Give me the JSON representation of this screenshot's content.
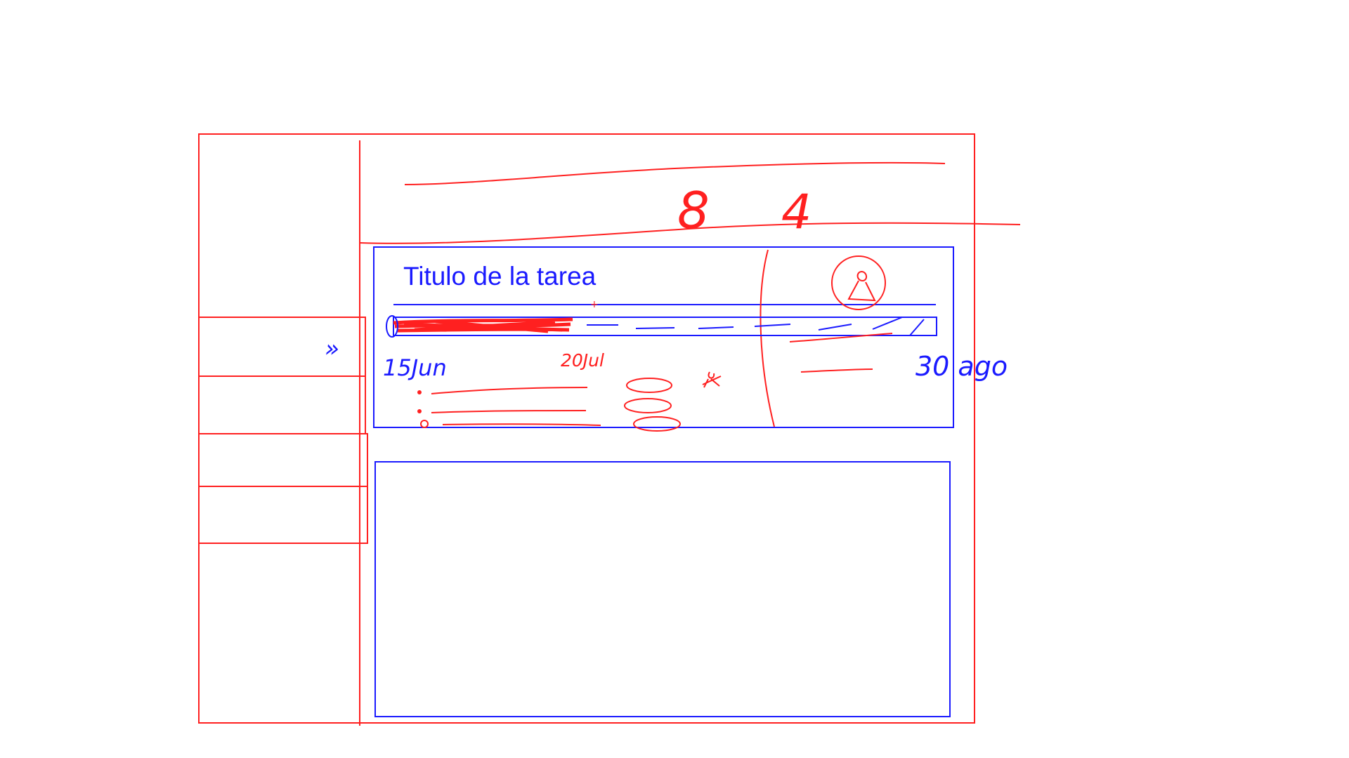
{
  "header": {
    "numbers": [
      "8",
      "4"
    ]
  },
  "task_card": {
    "title": "Titulo de la tarea",
    "timeline": {
      "start_label": "15Jun",
      "mid_label": "20Jul",
      "end_label": "30 ago",
      "progress_fraction": 0.3
    }
  },
  "sidebar": {
    "expand_glyph": "»"
  },
  "colors": {
    "frame_red": "#ff2020",
    "component_blue": "#1a1aff"
  }
}
